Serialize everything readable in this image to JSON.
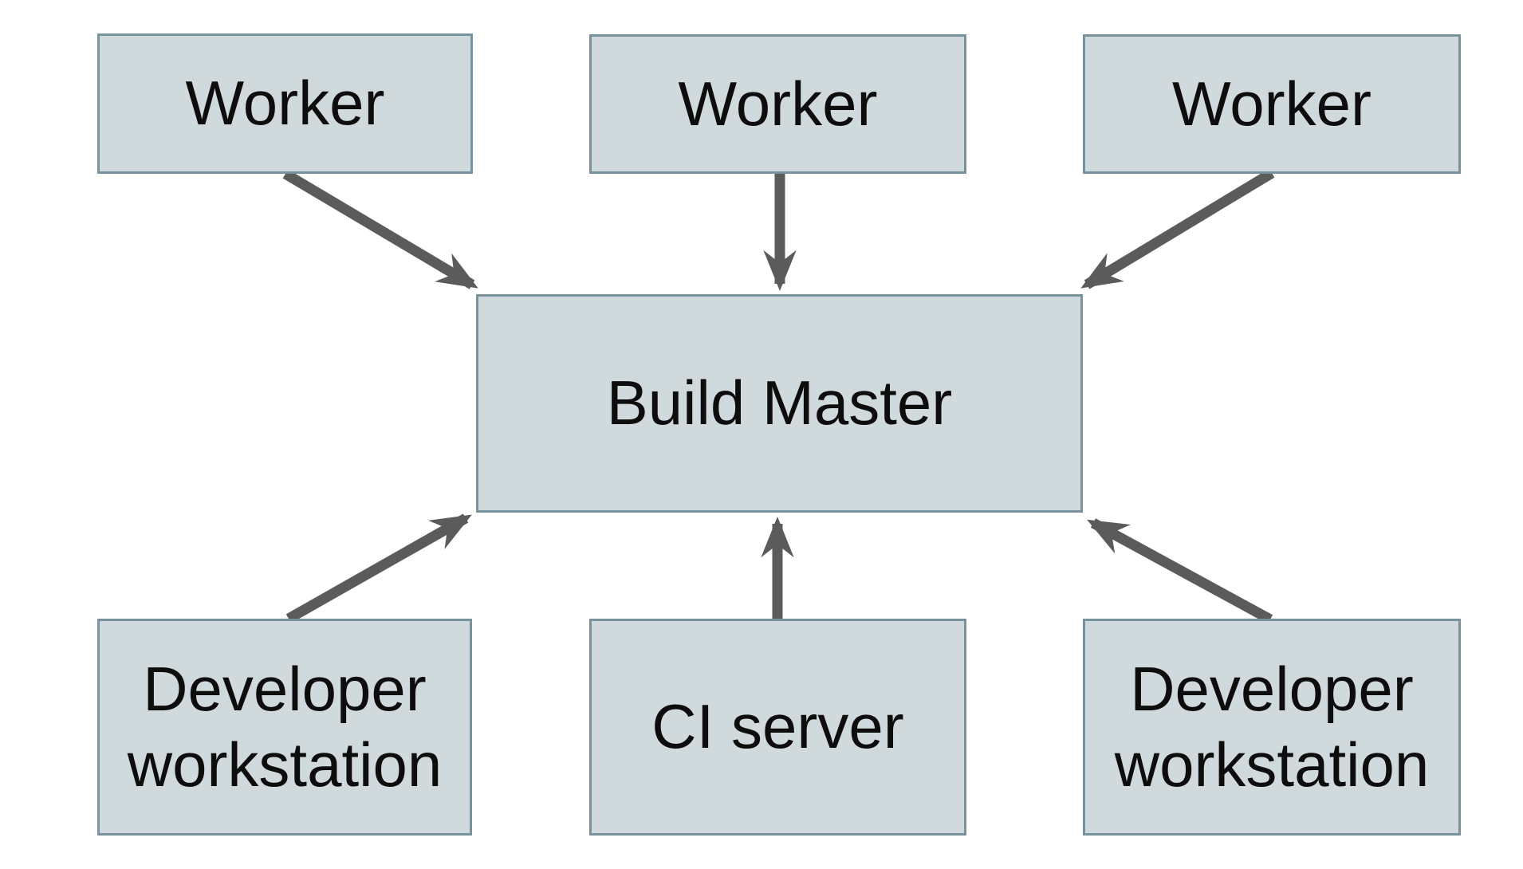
{
  "nodes": {
    "worker1": {
      "label": "Worker"
    },
    "worker2": {
      "label": "Worker"
    },
    "worker3": {
      "label": "Worker"
    },
    "build_master": {
      "label": "Build Master"
    },
    "dev_ws_left": {
      "label": "Developer workstation"
    },
    "ci_server": {
      "label": "CI server"
    },
    "dev_ws_right": {
      "label": "Developer workstation"
    }
  },
  "edges": [
    {
      "from": "worker1",
      "to": "build_master"
    },
    {
      "from": "worker2",
      "to": "build_master"
    },
    {
      "from": "worker3",
      "to": "build_master"
    },
    {
      "from": "dev_ws_left",
      "to": "build_master"
    },
    {
      "from": "ci_server",
      "to": "build_master"
    },
    {
      "from": "dev_ws_right",
      "to": "build_master"
    }
  ],
  "colors": {
    "background": "#ffffff",
    "node_fill": "#d0d9dc",
    "node_border": "#78929e",
    "arrow": "#5b5b5b",
    "text": "#0d0d0d"
  }
}
